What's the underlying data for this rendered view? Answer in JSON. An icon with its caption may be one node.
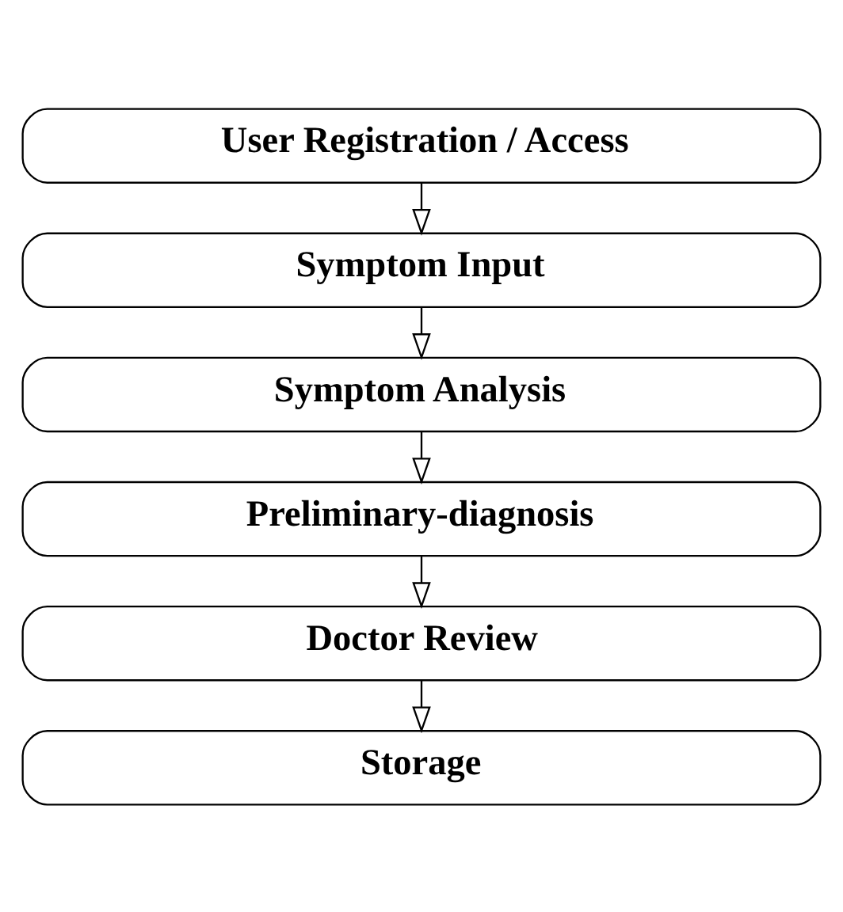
{
  "diagram": {
    "nodes": [
      {
        "text": [
          "User Registration / Access"
        ]
      },
      {
        "text": [
          "Symptom Input"
        ]
      },
      {
        "text": [
          "Symptom Analysis"
        ]
      },
      {
        "text": [
          "Preliminary-diagnosis"
        ]
      },
      {
        "text": [
          "Doctor Review"
        ]
      },
      {
        "text": [
          "Storage"
        ]
      }
    ],
    "edges": [
      {
        "from": 0,
        "to": 1,
        "arrow": "to"
      },
      {
        "from": 1,
        "to": 2,
        "arrow": "to"
      },
      {
        "from": 2,
        "to": 3,
        "arrow": "to"
      },
      {
        "from": 3,
        "to": 4,
        "arrow": "to"
      },
      {
        "from": 4,
        "to": 5,
        "arrow": "to"
      }
    ]
  }
}
